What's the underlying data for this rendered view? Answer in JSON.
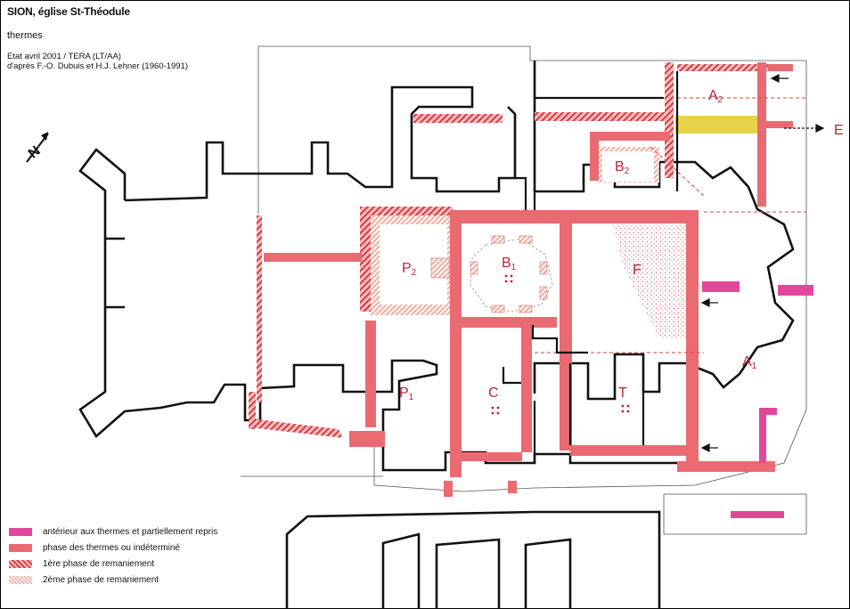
{
  "header": {
    "title": "SION, église St-Théodule",
    "subtitle": "thermes",
    "credit_line1": "Etat avril 2001 / TERA (LT/AA)",
    "credit_line2": "d'après F.-O. Dubuis et H.J. Lehner (1960-1991)"
  },
  "rooms": [
    {
      "key": "A2",
      "letter": "A",
      "sub": "2"
    },
    {
      "key": "B2",
      "letter": "B",
      "sub": "2"
    },
    {
      "key": "P2",
      "letter": "P",
      "sub": "2"
    },
    {
      "key": "B1",
      "letter": "B",
      "sub": "1"
    },
    {
      "key": "F",
      "letter": "F",
      "sub": ""
    },
    {
      "key": "A1",
      "letter": "A",
      "sub": "1"
    },
    {
      "key": "P1",
      "letter": "P",
      "sub": "1"
    },
    {
      "key": "C",
      "letter": "C",
      "sub": ""
    },
    {
      "key": "T",
      "letter": "T",
      "sub": ""
    },
    {
      "key": "E",
      "letter": "E",
      "sub": ""
    }
  ],
  "north_arrow": "N",
  "colors": {
    "anterior": "#e2489a",
    "thermes": "#ea6a72",
    "phase1": "#d8404a",
    "phase2": "#eb9a8e",
    "yellow": "#e8d24a"
  },
  "legend": [
    {
      "swatch": "solid-magenta",
      "label": "antérieur aux thermes et partiellement repris"
    },
    {
      "swatch": "solid-red",
      "label": "phase des thermes ou indéterminé"
    },
    {
      "swatch": "hatched-red",
      "label": "1ère phase de remaniement"
    },
    {
      "swatch": "hatched-light",
      "label": "2ème phase de remaniement"
    }
  ]
}
